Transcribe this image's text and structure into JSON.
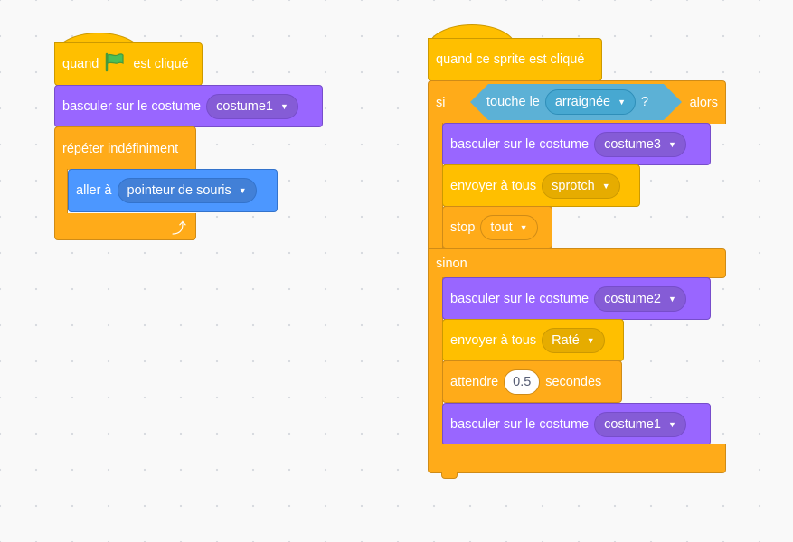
{
  "script1": {
    "hat": {
      "pre": "quand",
      "flag_icon": "green-flag-icon",
      "post": "est cliqué"
    },
    "switch_costume": {
      "label": "basculer sur le costume",
      "value": "costume1"
    },
    "forever": {
      "label": "répéter indéfiniment",
      "loop_icon": "loop-arrow-icon"
    },
    "goto": {
      "label": "aller à",
      "value": "pointeur de souris"
    }
  },
  "script2": {
    "hat": {
      "label": "quand ce sprite est cliqué"
    },
    "if": {
      "si": "si",
      "touching": "touche le",
      "target": "arraignée",
      "question": "?",
      "alors": "alors"
    },
    "then_switch": {
      "label": "basculer sur le costume",
      "value": "costume3"
    },
    "then_broadcast": {
      "label": "envoyer à tous",
      "value": "sprotch"
    },
    "then_stop": {
      "label": "stop",
      "value": "tout"
    },
    "else": {
      "label": "sinon"
    },
    "else_switch": {
      "label": "basculer sur le costume",
      "value": "costume2"
    },
    "else_broadcast": {
      "label": "envoyer à tous",
      "value": "Raté"
    },
    "wait": {
      "pre": "attendre",
      "value": "0.5",
      "post": "secondes"
    },
    "else_switch2": {
      "label": "basculer sur le costume",
      "value": "costume1"
    }
  },
  "colors": {
    "events": "#ffbf00",
    "looks": "#9966ff",
    "control": "#ffab19",
    "motion": "#4c97ff",
    "sensing": "#5cb1d6"
  }
}
